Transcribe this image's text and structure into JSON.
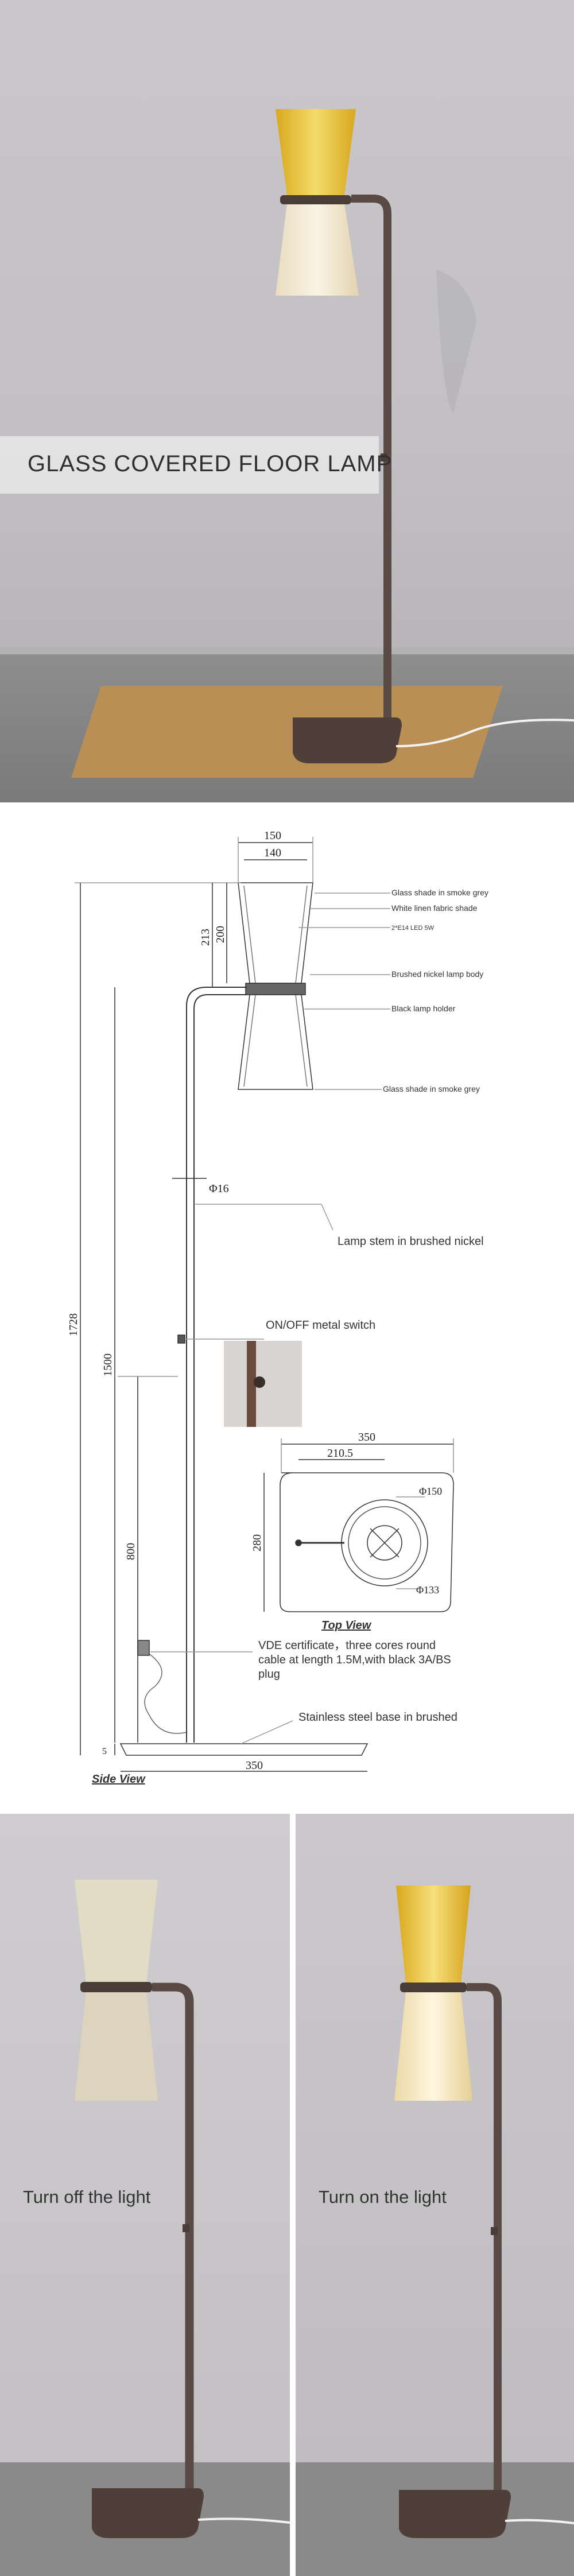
{
  "hero": {
    "banner_title": "GLASS COVERED FLOOR LAMP"
  },
  "drawing": {
    "labels": {
      "shade_top": "Glass shade in smoke grey",
      "fabric_shade": "White linen fabric shade",
      "led": "2*E14 LED 5W",
      "lamp_body": "Brushed nickel lamp body",
      "lamp_holder": "Black lamp holder",
      "shade_bottom": "Glass shade in smoke grey",
      "stem": "Lamp stem in brushed nickel",
      "switch": "ON/OFF metal switch",
      "cable_line1": "VDE certificate，three cores round",
      "cable_line2": "cable at length 1.5M,with black 3A/BS",
      "cable_line3": "plug",
      "base": "Stainless steel base in brushed"
    },
    "dims": {
      "d150": "150",
      "d140": "140",
      "d213": "213",
      "d200": "200",
      "phi16": "Φ16",
      "d1728": "1728",
      "d1500": "1500",
      "d800": "800",
      "d5": "5",
      "d350_side": "350",
      "d350_top": "350",
      "d210": "210.5",
      "d280": "280",
      "phi150": "Φ150",
      "phi133": "Φ133"
    },
    "view_titles": {
      "top": "Top View",
      "side": "Side View"
    }
  },
  "compare": {
    "off_label": "Turn off the light",
    "on_label": "Turn on the light"
  },
  "colors": {
    "stem": "#5a4a45",
    "shade_lit": "#e9c23a",
    "shade_off": "#e2dcc6",
    "wall": "#c4c2c5",
    "cardboard": "#b98f56"
  }
}
